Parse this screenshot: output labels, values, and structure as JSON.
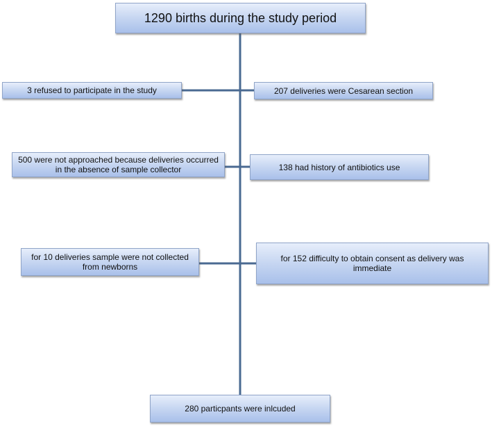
{
  "flowchart": {
    "start": "1290  births during the study period",
    "left": [
      "3 refused to participate in the study",
      "500 were not approached because deliveries occurred in the absence of sample collector",
      "for 10 deliveries sample were not collected from newborns"
    ],
    "right": [
      "207 deliveries were Cesarean section",
      "138 had history of antibiotics use",
      "for 152 difficulty to obtain consent as delivery was immediate"
    ],
    "end": "280 particpants were inlcuded"
  },
  "colors": {
    "connector": "#4a6a92",
    "box_top": "#e7eefb",
    "box_bottom": "#a9c0ea",
    "box_border": "#8fa4c8"
  }
}
